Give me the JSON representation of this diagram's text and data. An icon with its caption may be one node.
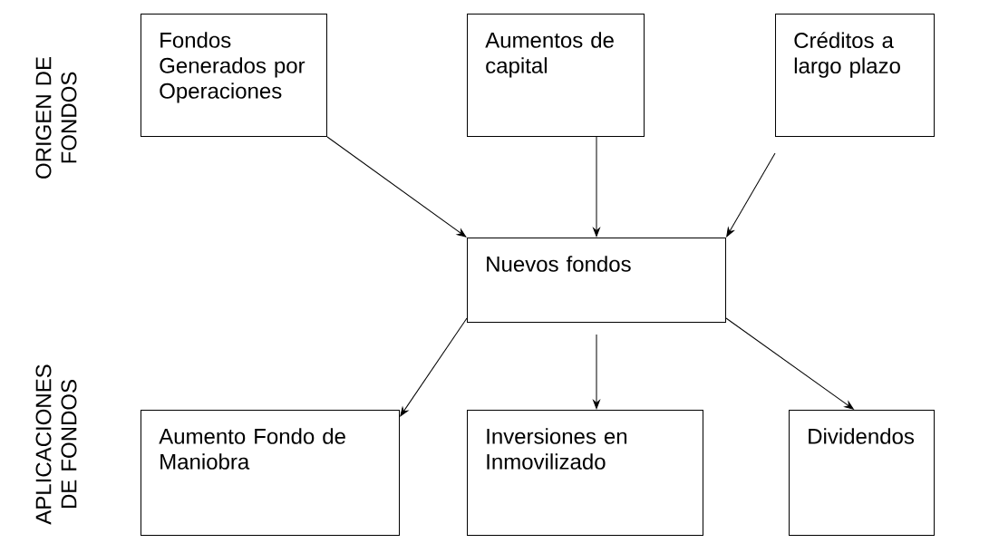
{
  "diagram": {
    "nodes": [
      {
        "text": [
          "Fondos Generados por Operaciones"
        ]
      },
      {
        "text": [
          "Aumentos de capital"
        ]
      },
      {
        "text": [
          "Créditos a largo plazo"
        ]
      },
      {
        "text": [
          "Nuevos fondos"
        ]
      },
      {
        "text": [
          "Aumento Fondo de Maniobra"
        ]
      },
      {
        "text": [
          "Inversiones en Inmovilizado"
        ]
      },
      {
        "text": [
          "Dividendos"
        ]
      }
    ],
    "edges": [
      {
        "from": 0,
        "to": 3,
        "arrow": "to"
      },
      {
        "from": 1,
        "to": 3,
        "arrow": "to"
      },
      {
        "from": 2,
        "to": 3,
        "arrow": "to"
      },
      {
        "from": 3,
        "to": 4,
        "arrow": "to"
      },
      {
        "from": 3,
        "to": 5,
        "arrow": "to"
      },
      {
        "from": 3,
        "to": 6,
        "arrow": "to"
      }
    ],
    "labels": [
      "ORIGEN DE FONDOS",
      "APLICACIONES DE FONDOS"
    ]
  }
}
